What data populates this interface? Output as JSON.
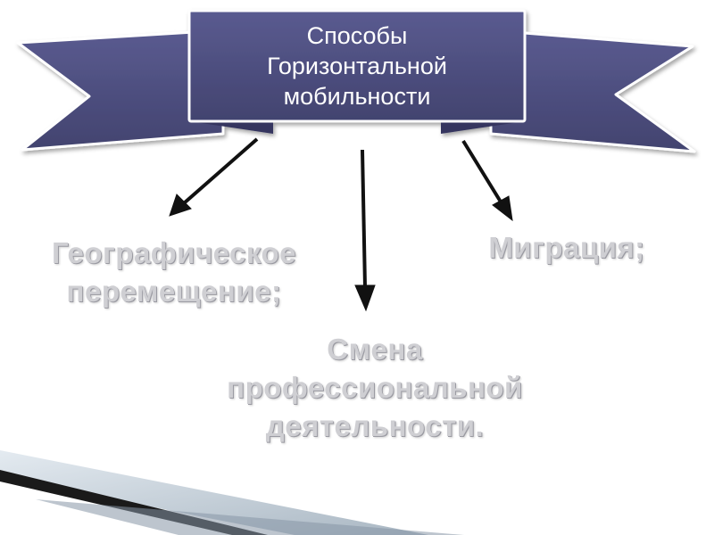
{
  "banner": {
    "title": "Способы\nГоризонтальной\nмобильности",
    "fill_color": "#4b4c7e",
    "fold_color": "#35365e",
    "outline_color": "#ffffff"
  },
  "branches": [
    {
      "id": "geo",
      "text": "Географическое\nперемещение;"
    },
    {
      "id": "job",
      "text": "Смена\nпрофессиональной\nдеятельности."
    },
    {
      "id": "mig",
      "text": "Миграция;"
    }
  ],
  "colors": {
    "branch_text": "#cfcfd3",
    "arrow": "#111111"
  },
  "icons": {
    "arrows": "arrow-down-icon",
    "corner_decoration": "stripe-decoration"
  }
}
